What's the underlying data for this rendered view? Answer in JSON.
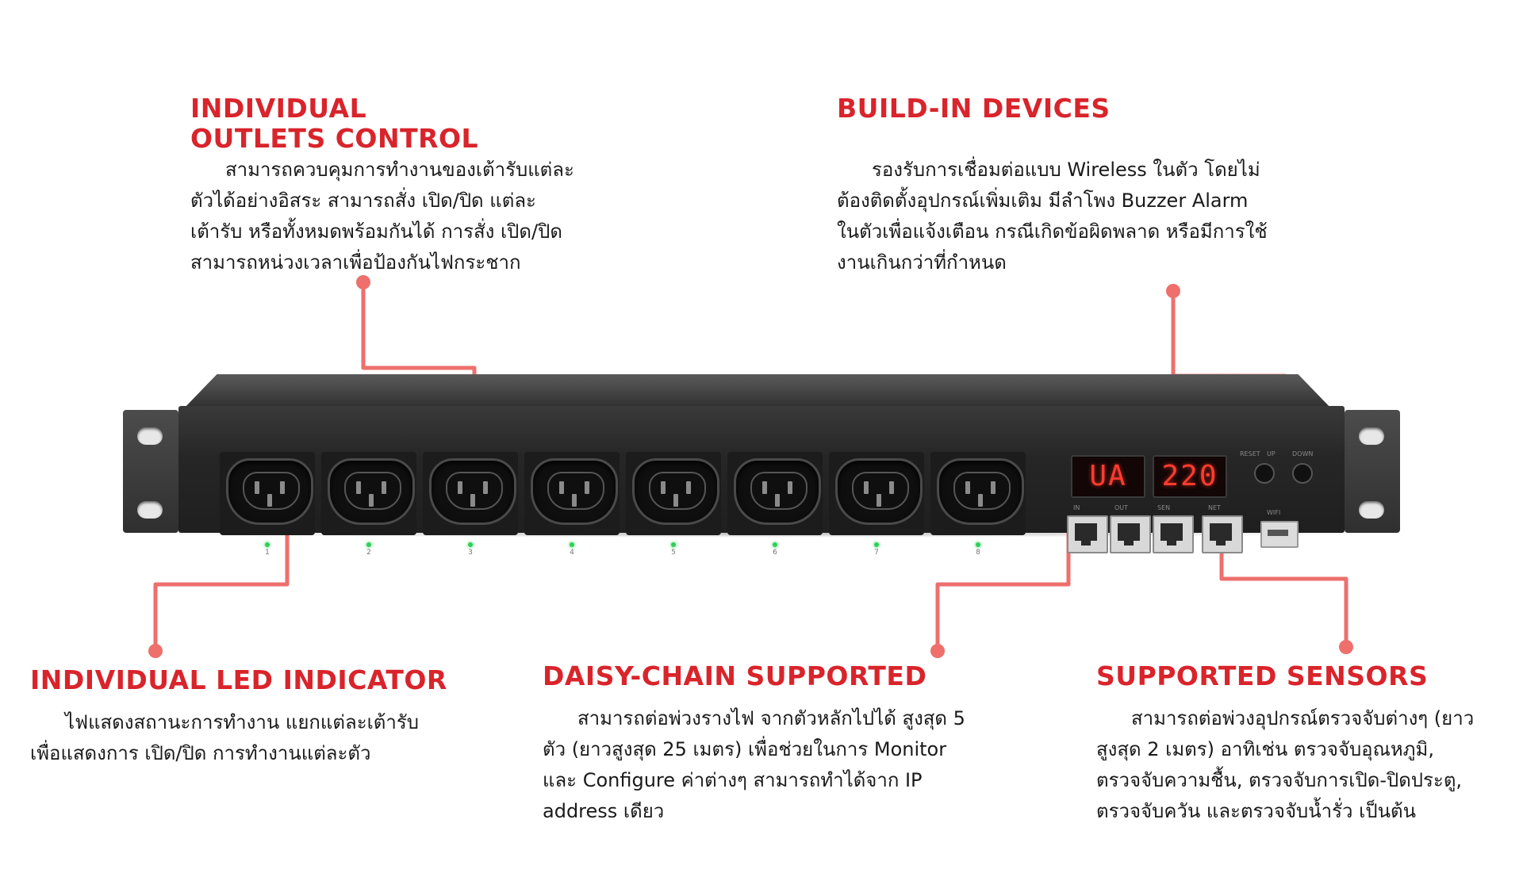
{
  "colors": {
    "accent": "#d9242b",
    "leader_line": "#ee6f6c",
    "body_text": "#1a1a1a",
    "device": "#2b2b2b",
    "display_digits": "#ff3b2f",
    "led": "#2fd05a"
  },
  "callouts": [
    {
      "title_lines": [
        "INDIVIDUAL",
        "OUTLETS CONTROL"
      ],
      "desc_lines": [
        "สามารถควบคุมการทำงานของเต้ารับแต่ละ",
        "ตัวได้อย่างอิสระ สามารถสั่ง เปิด/ปิด แต่ละ",
        "เต้ารับ หรือทั้งหมดพร้อมกันได้  การสั่ง เปิด/ปิด",
        "สามารถหน่วงเวลาเพื่อป้องกันไฟกระชาก"
      ]
    },
    {
      "title_lines": [
        "BUILD-IN DEVICES"
      ],
      "desc_lines": [
        "รองรับการเชื่อมต่อแบบ Wireless ในตัว โดยไม่",
        "ต้องติดตั้งอุปกรณ์เพิ่มเติม   มีลำโพง Buzzer Alarm",
        "ในตัวเพื่อแจ้งเตือน กรณีเกิดข้อผิดพลาด หรือมีการใช้",
        "งานเกินกว่าที่กำหนด"
      ]
    },
    {
      "title_lines": [
        "INDIVIDUAL LED INDICATOR"
      ],
      "desc_lines": [
        "ไฟแสดงสถานะการทำงาน แยกแต่ละเต้ารับ",
        "เพื่อแสดงการ เปิด/ปิด การทำงานแต่ละตัว"
      ]
    },
    {
      "title_lines": [
        "DAISY-CHAIN SUPPORTED"
      ],
      "desc_lines": [
        "สามารถต่อพ่วงรางไฟ จากตัวหลักไปได้ สูงสุด 5",
        "ตัว (ยาวสูงสุด 25 เมตร)  เพื่อช่วยในการ Monitor",
        "และ Configure ค่าต่างๆ  สามารถทำได้จาก IP",
        "address เดียว"
      ]
    },
    {
      "title_lines": [
        "SUPPORTED SENSORS"
      ],
      "desc_lines": [
        "สามารถต่อพ่วงอุปกรณ์ตรวจจับต่างๆ (ยาว",
        "สูงสุด 2 เมตร)  อาทิเช่น ตรวจจับอุณหภูมิ,",
        "ตรวจจับความชื้น, ตรวจจับการเปิด-ปิดประตู,",
        "ตรวจจับควัน และตรวจจับน้ำรั่ว เป็นต้น"
      ]
    }
  ],
  "device": {
    "display_left": "UA",
    "display_right": "220",
    "outlet_count": 8,
    "led_labels": [
      "1",
      "2",
      "3",
      "4",
      "5",
      "6",
      "7",
      "8"
    ],
    "button_labels": [
      "RESET",
      "UP",
      "DOWN"
    ],
    "port_labels": [
      "IN",
      "OUT",
      "SEN",
      "NET",
      "WIFI"
    ],
    "icons": [
      "power-outlet-icon",
      "led-icon",
      "rj45-port-icon",
      "usb-port-icon"
    ]
  }
}
